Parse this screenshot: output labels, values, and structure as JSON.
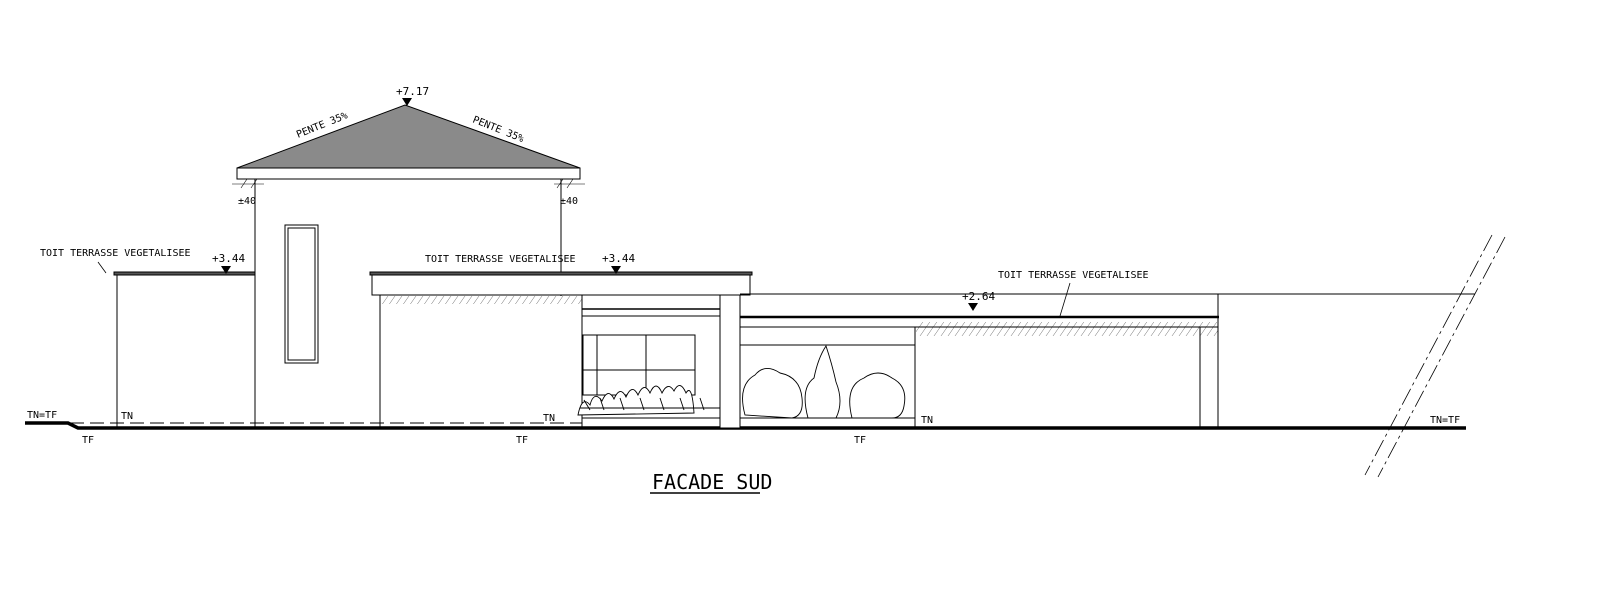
{
  "drawing": {
    "title": "FACADE SUD",
    "roof_colors": {
      "pitched_roof_fill": "#8a8a8a"
    },
    "labels": {
      "ridge_level": "+7.17",
      "slope_left": "PENTE 35%",
      "slope_right": "PENTE 35%",
      "eave_left": "±40",
      "eave_right": "±40",
      "roof_left": "TOIT TERRASSE VEGETALISEE",
      "roof_left_level": "+3.44",
      "roof_middle": "TOIT TERRASSE VEGETALISEE",
      "roof_middle_level": "+3.44",
      "roof_right": "TOIT TERRASSE VEGETALISEE",
      "roof_right_level": "+2.64",
      "tn_tf_left": "TN=TF",
      "tn_1": "TN",
      "tn_2": "TN",
      "tn_3": "TN",
      "tn_tf_right": "TN=TF",
      "tf_1": "TF",
      "tf_2": "TF",
      "tf_3": "TF"
    }
  }
}
